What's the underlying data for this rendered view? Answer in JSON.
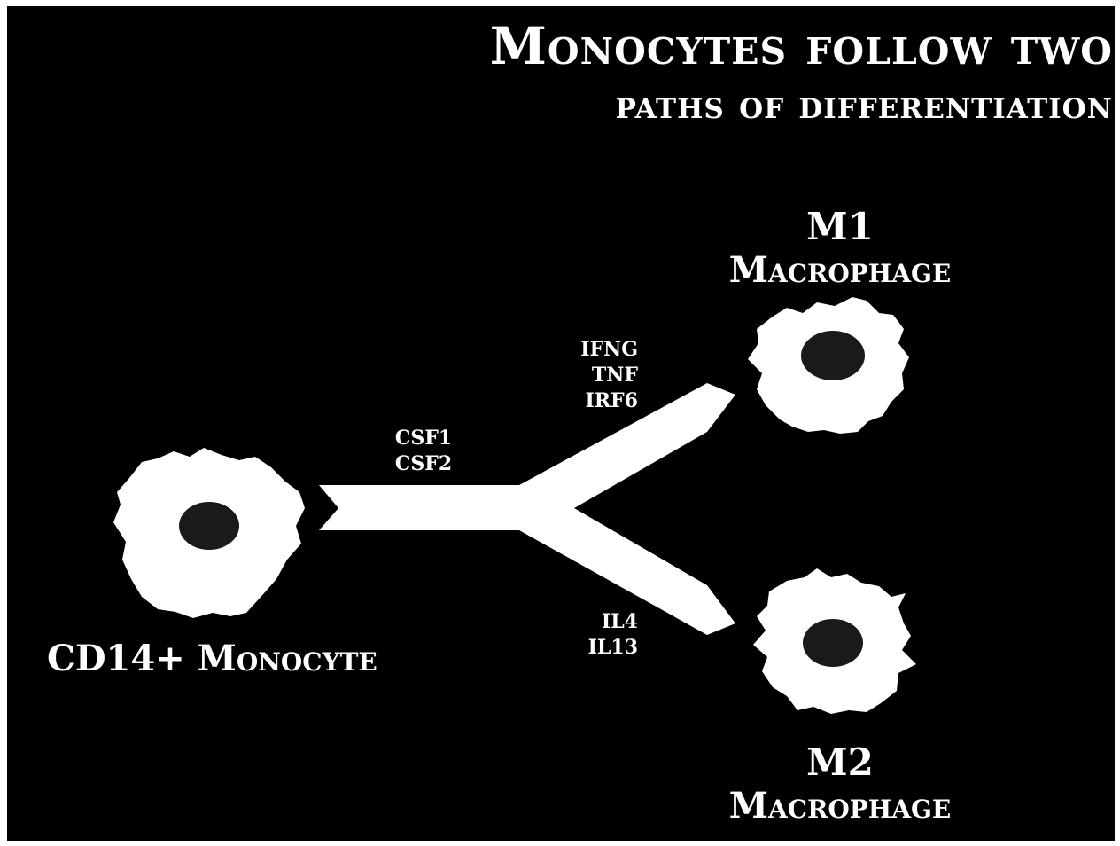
{
  "title": {
    "line1": "Monocytes follow two",
    "line2": "paths of differentiation"
  },
  "colors": {
    "background": "#000000",
    "cell": "#ffffff",
    "nucleus": "#1a1a1a",
    "text": "#ffffff"
  },
  "cells": {
    "monocyte": {
      "code": "CD14+",
      "kind": "Monocyte"
    },
    "m1": {
      "code": "M1",
      "kind": "Macrophage"
    },
    "m2": {
      "code": "M2",
      "kind": "Macrophage"
    }
  },
  "factors": {
    "to_macrophage": [
      "CSF1",
      "CSF2"
    ],
    "to_m1": [
      "IFNG",
      "TNF",
      "IRF6"
    ],
    "to_m2": [
      "IL4",
      "IL13"
    ]
  }
}
